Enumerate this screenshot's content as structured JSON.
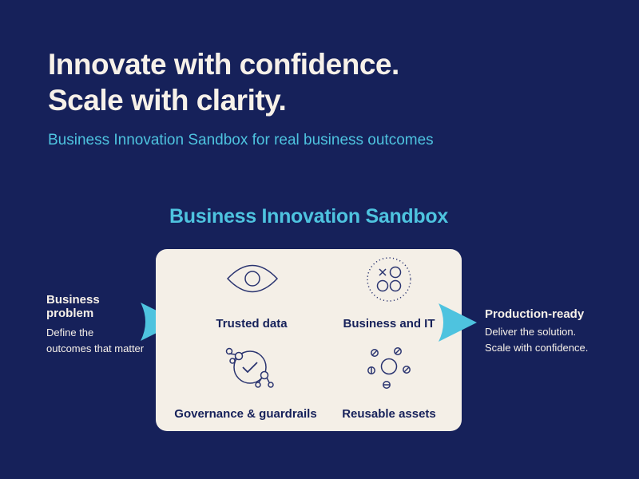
{
  "header": {
    "headline_line1": "Innovate with confidence.",
    "headline_line2": "Scale with clarity.",
    "subheadline": "Business Innovation Sandbox for real business outcomes"
  },
  "sandbox": {
    "title": "Business Innovation Sandbox",
    "items": [
      {
        "label": "Trusted data",
        "icon": "eye-icon"
      },
      {
        "label": "Business and IT",
        "icon": "collaboration-circles-icon"
      },
      {
        "label": "Governance & guardrails",
        "icon": "governance-network-icon"
      },
      {
        "label": "Reusable assets",
        "icon": "reusable-assets-icon"
      }
    ]
  },
  "input": {
    "title": "Business problem",
    "desc_line1": "Define the",
    "desc_line2": "outcomes that matter"
  },
  "output": {
    "title": "Production-ready",
    "desc_line1": "Deliver the solution.",
    "desc_line2": "Scale with confidence."
  },
  "colors": {
    "background": "#16215a",
    "accent": "#4ec3df",
    "panel": "#f4efe7",
    "text_light": "#f7f1e9"
  }
}
